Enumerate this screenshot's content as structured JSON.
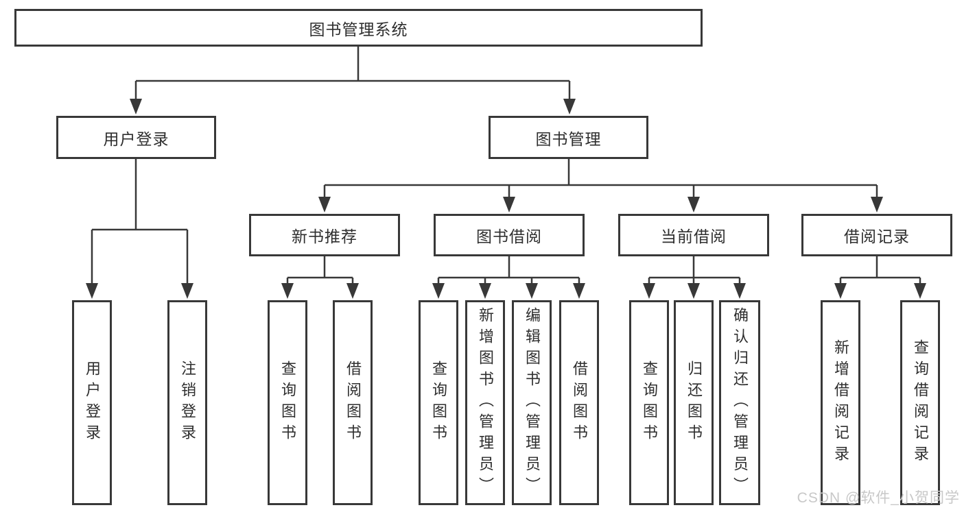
{
  "diagram": {
    "title": "图书管理系统",
    "root": {
      "label": "图书管理系统"
    },
    "branches": [
      {
        "label": "用户登录",
        "children": [
          {
            "label": "用户登录"
          },
          {
            "label": "注销登录"
          }
        ]
      },
      {
        "label": "图书管理",
        "children": [
          {
            "label": "新书推荐",
            "children": [
              {
                "label": "查询图书"
              },
              {
                "label": "借阅图书"
              }
            ]
          },
          {
            "label": "图书借阅",
            "children": [
              {
                "label": "查询图书"
              },
              {
                "label": "新增图书（管理员）"
              },
              {
                "label": "编辑图书（管理员）"
              },
              {
                "label": "借阅图书"
              }
            ]
          },
          {
            "label": "当前借阅",
            "children": [
              {
                "label": "查询图书"
              },
              {
                "label": "归还图书"
              },
              {
                "label": "确认归还（管理员）"
              }
            ]
          },
          {
            "label": "借阅记录",
            "children": [
              {
                "label": "新增借阅记录"
              },
              {
                "label": "查询借阅记录"
              }
            ]
          }
        ]
      }
    ],
    "watermark": "CSDN @软件_小贺同学",
    "colors": {
      "line": "#383838",
      "text": "#2e2e2e",
      "background": "#ffffff",
      "watermark": "#c8c8c8"
    }
  }
}
